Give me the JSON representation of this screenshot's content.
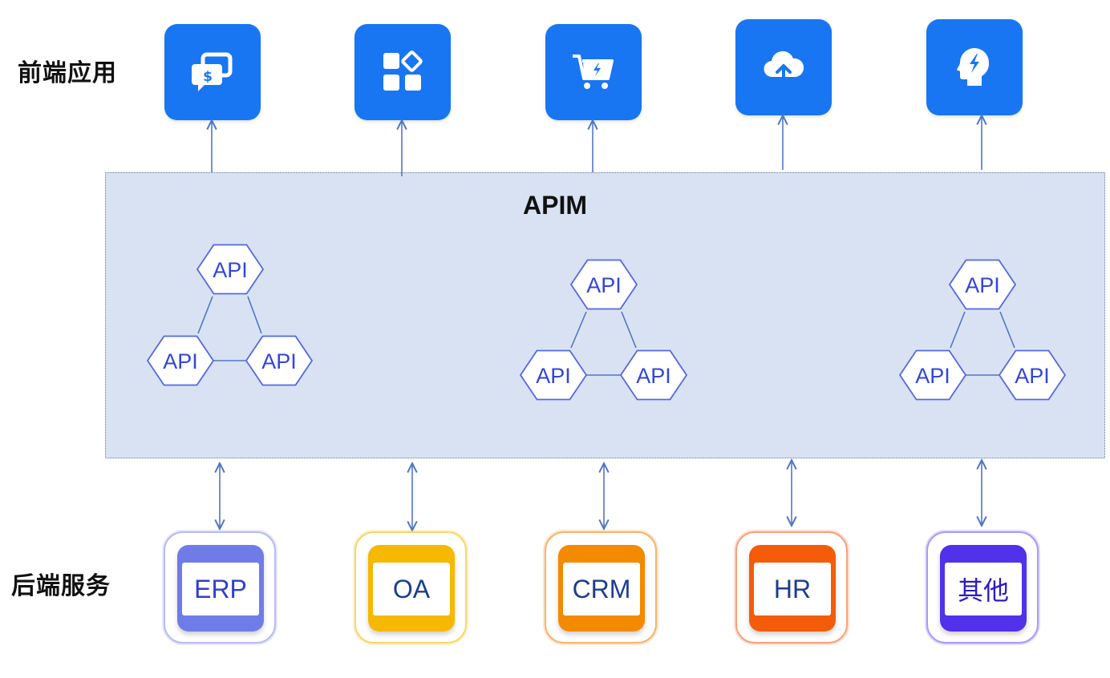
{
  "labels": {
    "frontend": "前端应用",
    "backend": "后端服务",
    "gateway": "APIM"
  },
  "hex_label": "API",
  "frontend_apps": [
    {
      "icon": "payment-chat-icon"
    },
    {
      "icon": "app-grid-icon"
    },
    {
      "icon": "shopping-cart-icon"
    },
    {
      "icon": "cloud-upload-icon"
    },
    {
      "icon": "mind-lightning-icon"
    }
  ],
  "backend_services": [
    {
      "label": "ERP",
      "color": "#6f7ce8",
      "border": "#b7bbf3",
      "text_color": "#2f3fce"
    },
    {
      "label": "OA",
      "color": "#f6b800",
      "border": "#f8d66b",
      "text_color": "#1b3e8f"
    },
    {
      "label": "CRM",
      "color": "#f38a00",
      "border": "#f7b46b",
      "text_color": "#1b3e8f"
    },
    {
      "label": "HR",
      "color": "#f45c0a",
      "border": "#f7a27a",
      "text_color": "#1b3e8f"
    },
    {
      "label": "其他",
      "color": "#5131ea",
      "border": "#a99af3",
      "text_color": "#2b1dbf"
    }
  ],
  "colors": {
    "primary": "#1876f2",
    "panel": "#d9e2f3",
    "hex_stroke": "#5468e0",
    "hex_text": "#3346d8",
    "connector": "#4f76c6"
  }
}
